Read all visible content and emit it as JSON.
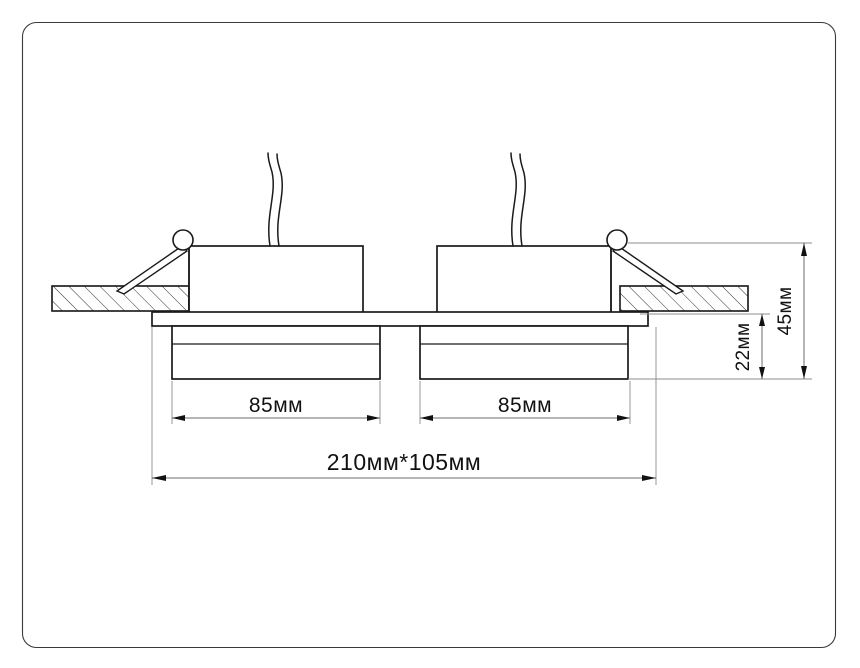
{
  "drawing": {
    "title": "Recessed double spotlight fixture - cross section",
    "units": "mm",
    "background_color": "#ffffff",
    "line_color": "#1a1a1a",
    "dimension_color": "#6d6d6d",
    "frame": {
      "name": "rounded-page-border",
      "stroke": "#3a3a3a",
      "corner_radius": 14
    }
  },
  "dimensions": {
    "width_left_module": "85мм",
    "width_right_module": "85мм",
    "overall": "210мм*105мм",
    "depth_lower": "22мм",
    "depth_total": "45мм"
  },
  "labels": {
    "left_85": "85мм",
    "right_85": "85мм",
    "overall": "210мм*105мм",
    "h22": "22мм",
    "h45": "45мм"
  },
  "components": {
    "ceiling_panel_left": "ceiling-panel-left",
    "ceiling_panel_right": "ceiling-panel-right",
    "lamp_body_left": "lamp-body-left",
    "lamp_body_right": "lamp-body-right",
    "trim_plate": "trim-plate",
    "bezel_left": "bezel-left",
    "bezel_right": "bezel-right",
    "spring_clip_left": "spring-clip-left",
    "spring_clip_right": "spring-clip-right",
    "wire_left": "wire-left",
    "wire_right": "wire-right"
  },
  "chart_data": {
    "type": "table",
    "title": "Recessed double spotlight fixture dimensions",
    "categories": [
      "Left module width",
      "Right module width",
      "Overall size",
      "Lower depth",
      "Total depth"
    ],
    "values": [
      "85мм",
      "85мм",
      "210мм*105мм",
      "22мм",
      "45мм"
    ]
  }
}
